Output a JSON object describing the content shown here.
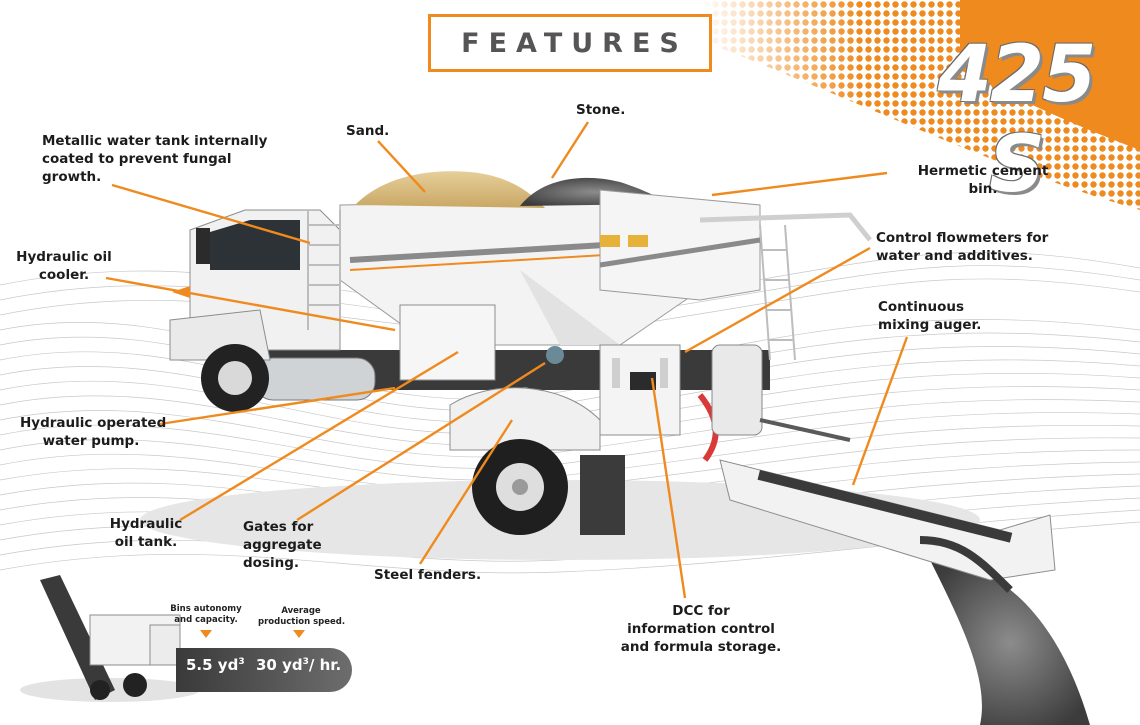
{
  "header": {
    "title": "FEATURES",
    "model": "425 S"
  },
  "callouts": [
    {
      "id": "water-tank",
      "lines": [
        "Metallic water tank internally",
        "coated to prevent fungal",
        "growth."
      ]
    },
    {
      "id": "sand",
      "lines": [
        "Sand."
      ]
    },
    {
      "id": "stone",
      "lines": [
        "Stone."
      ]
    },
    {
      "id": "cement-bin",
      "lines": [
        "Hermetic cement",
        "bin."
      ]
    },
    {
      "id": "flowmeters",
      "lines": [
        "Control flowmeters for",
        "water and additives."
      ]
    },
    {
      "id": "oil-cooler",
      "lines": [
        "Hydraulic oil",
        "cooler."
      ]
    },
    {
      "id": "mixing-auger",
      "lines": [
        "Continuous",
        "mixing auger."
      ]
    },
    {
      "id": "water-pump",
      "lines": [
        "Hydraulic operated",
        "water pump."
      ]
    },
    {
      "id": "oil-tank",
      "lines": [
        "Hydraulic",
        "oil tank."
      ]
    },
    {
      "id": "gates",
      "lines": [
        "Gates for",
        "aggregate",
        "dosing."
      ]
    },
    {
      "id": "fenders",
      "lines": [
        "Steel fenders."
      ]
    },
    {
      "id": "dcc",
      "lines": [
        "DCC for",
        "information control",
        "and formula storage."
      ]
    }
  ],
  "specs": {
    "bins_caption": [
      "Bins autonomy",
      "and capacity."
    ],
    "bins_value": "5.5 yd",
    "bins_exp": "3",
    "speed_caption": [
      "Average",
      "production speed."
    ],
    "speed_value": "30 yd",
    "speed_exp": "3",
    "speed_suffix": "/ hr."
  },
  "colors": {
    "accent": "#ef8a1e",
    "text": "#1c1c1c",
    "truck_body": "#f2f2f2",
    "spec_bar": "#4a4a4a"
  }
}
